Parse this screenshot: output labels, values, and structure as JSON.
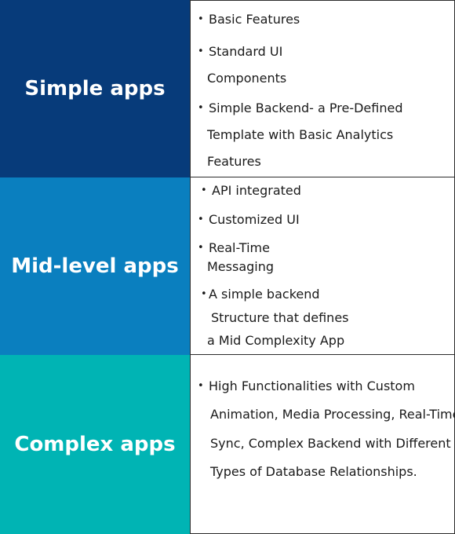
{
  "colors": {
    "simple": "#073b7a",
    "mid": "#0a7fbf",
    "complex": "#00b4b4"
  },
  "rows": [
    {
      "label": "Simple apps",
      "items": [
        {
          "lines": [
            "Basic Features"
          ]
        },
        {
          "lines": [
            "Standard UI",
            "Components"
          ]
        },
        {
          "lines": [
            "Simple Backend- a Pre-Defined",
            "Template with Basic Analytics",
            "Features"
          ]
        }
      ]
    },
    {
      "label": "Mid-level apps",
      "items": [
        {
          "lines": [
            "API integrated"
          ]
        },
        {
          "lines": [
            "Customized UI"
          ]
        },
        {
          "lines": [
            "Real-Time",
            "Messaging"
          ]
        },
        {
          "lines": [
            "A simple backend",
            "Structure that defines",
            "a Mid Complexity App"
          ]
        }
      ]
    },
    {
      "label": "Complex apps",
      "items": [
        {
          "lines": [
            "High Functionalities with Custom",
            "Animation, Media Processing, Real-Time",
            "Sync, Complex Backend with Different",
            "Types of Database Relationships."
          ]
        }
      ]
    }
  ],
  "bullet": "•"
}
